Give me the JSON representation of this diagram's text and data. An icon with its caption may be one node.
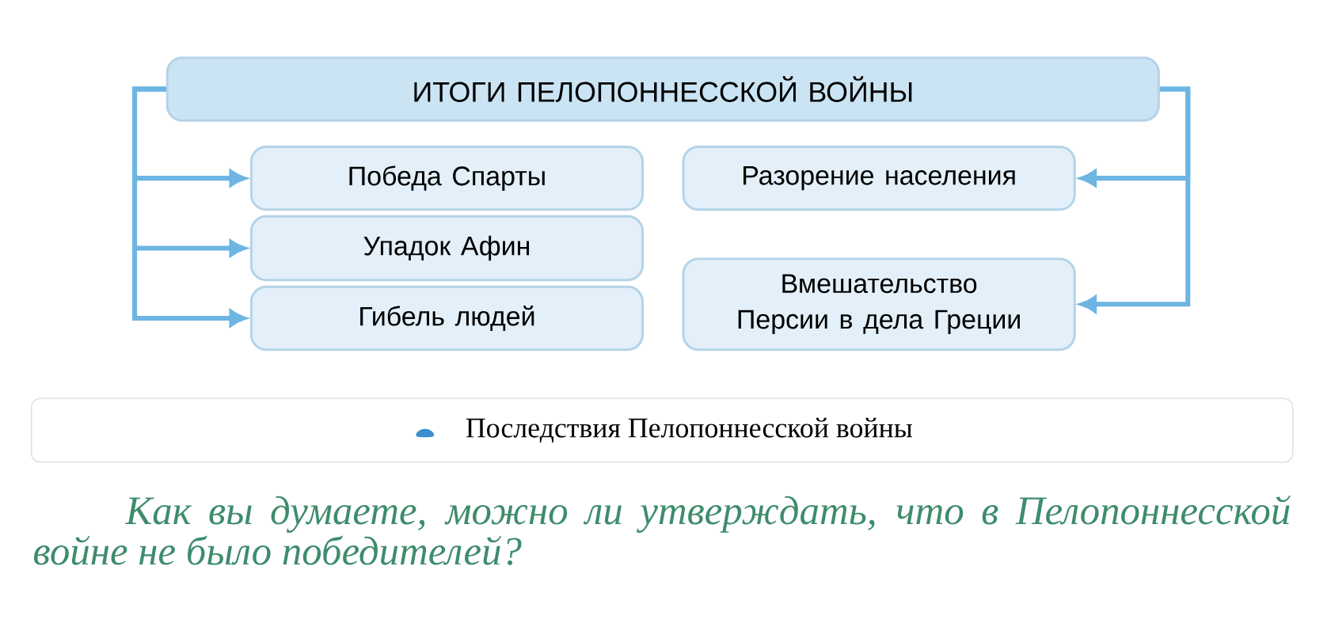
{
  "diagram": {
    "caption": "Последствия Пелопоннесской войны",
    "nodes": [
      {
        "text": [
          "ИТОГИ ПЕЛОПОННЕССКОЙ ВОЙНЫ"
        ]
      },
      {
        "text": [
          "Победа Спарты"
        ]
      },
      {
        "text": [
          "Упадок Афин"
        ]
      },
      {
        "text": [
          "Гибель людей"
        ]
      },
      {
        "text": [
          "Разорение населения"
        ]
      },
      {
        "text": [
          "Вмешательство Персии в дела Греции"
        ]
      }
    ],
    "edges": [
      {
        "from": 0,
        "to": 1,
        "arrow": "to"
      },
      {
        "from": 0,
        "to": 2,
        "arrow": "to"
      },
      {
        "from": 0,
        "to": 3,
        "arrow": "to"
      },
      {
        "from": 0,
        "to": 4,
        "arrow": "to"
      },
      {
        "from": 0,
        "to": 5,
        "arrow": "to"
      }
    ],
    "labels": [
      "Как вы думаете, можно ли утверждать, что в Пелопоннесской войне не было победителей?"
    ]
  }
}
